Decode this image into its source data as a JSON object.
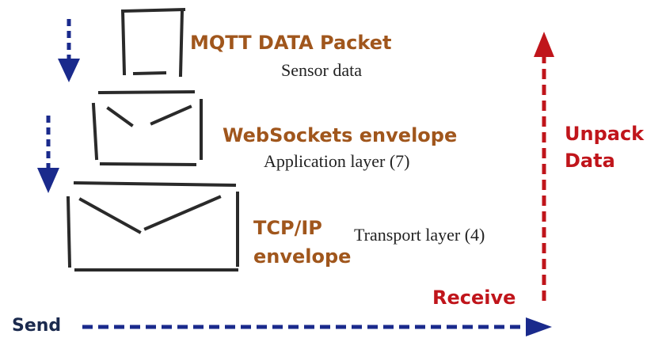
{
  "colors": {
    "send_arrow": "#1a2a8c",
    "receive_arrow": "#c0151b",
    "envelope_stroke": "#2a2a2a",
    "label_brown": "#a0561c",
    "label_red": "#c0151b",
    "label_navy": "#1b2a4e"
  },
  "layers": [
    {
      "title": "MQTT DATA Packet",
      "subtitle": "Sensor data",
      "icon": "document-icon"
    },
    {
      "title": "WebSockets envelope",
      "subtitle": "Application layer (7)",
      "icon": "envelope-icon"
    },
    {
      "title_line1": "TCP/IP",
      "title_line2": "envelope",
      "subtitle": "Transport layer (4)",
      "icon": "envelope-icon"
    }
  ],
  "flow": {
    "send_label": "Send",
    "receive_label": "Receive",
    "unpack_line1": "Unpack",
    "unpack_line2": "Data"
  }
}
